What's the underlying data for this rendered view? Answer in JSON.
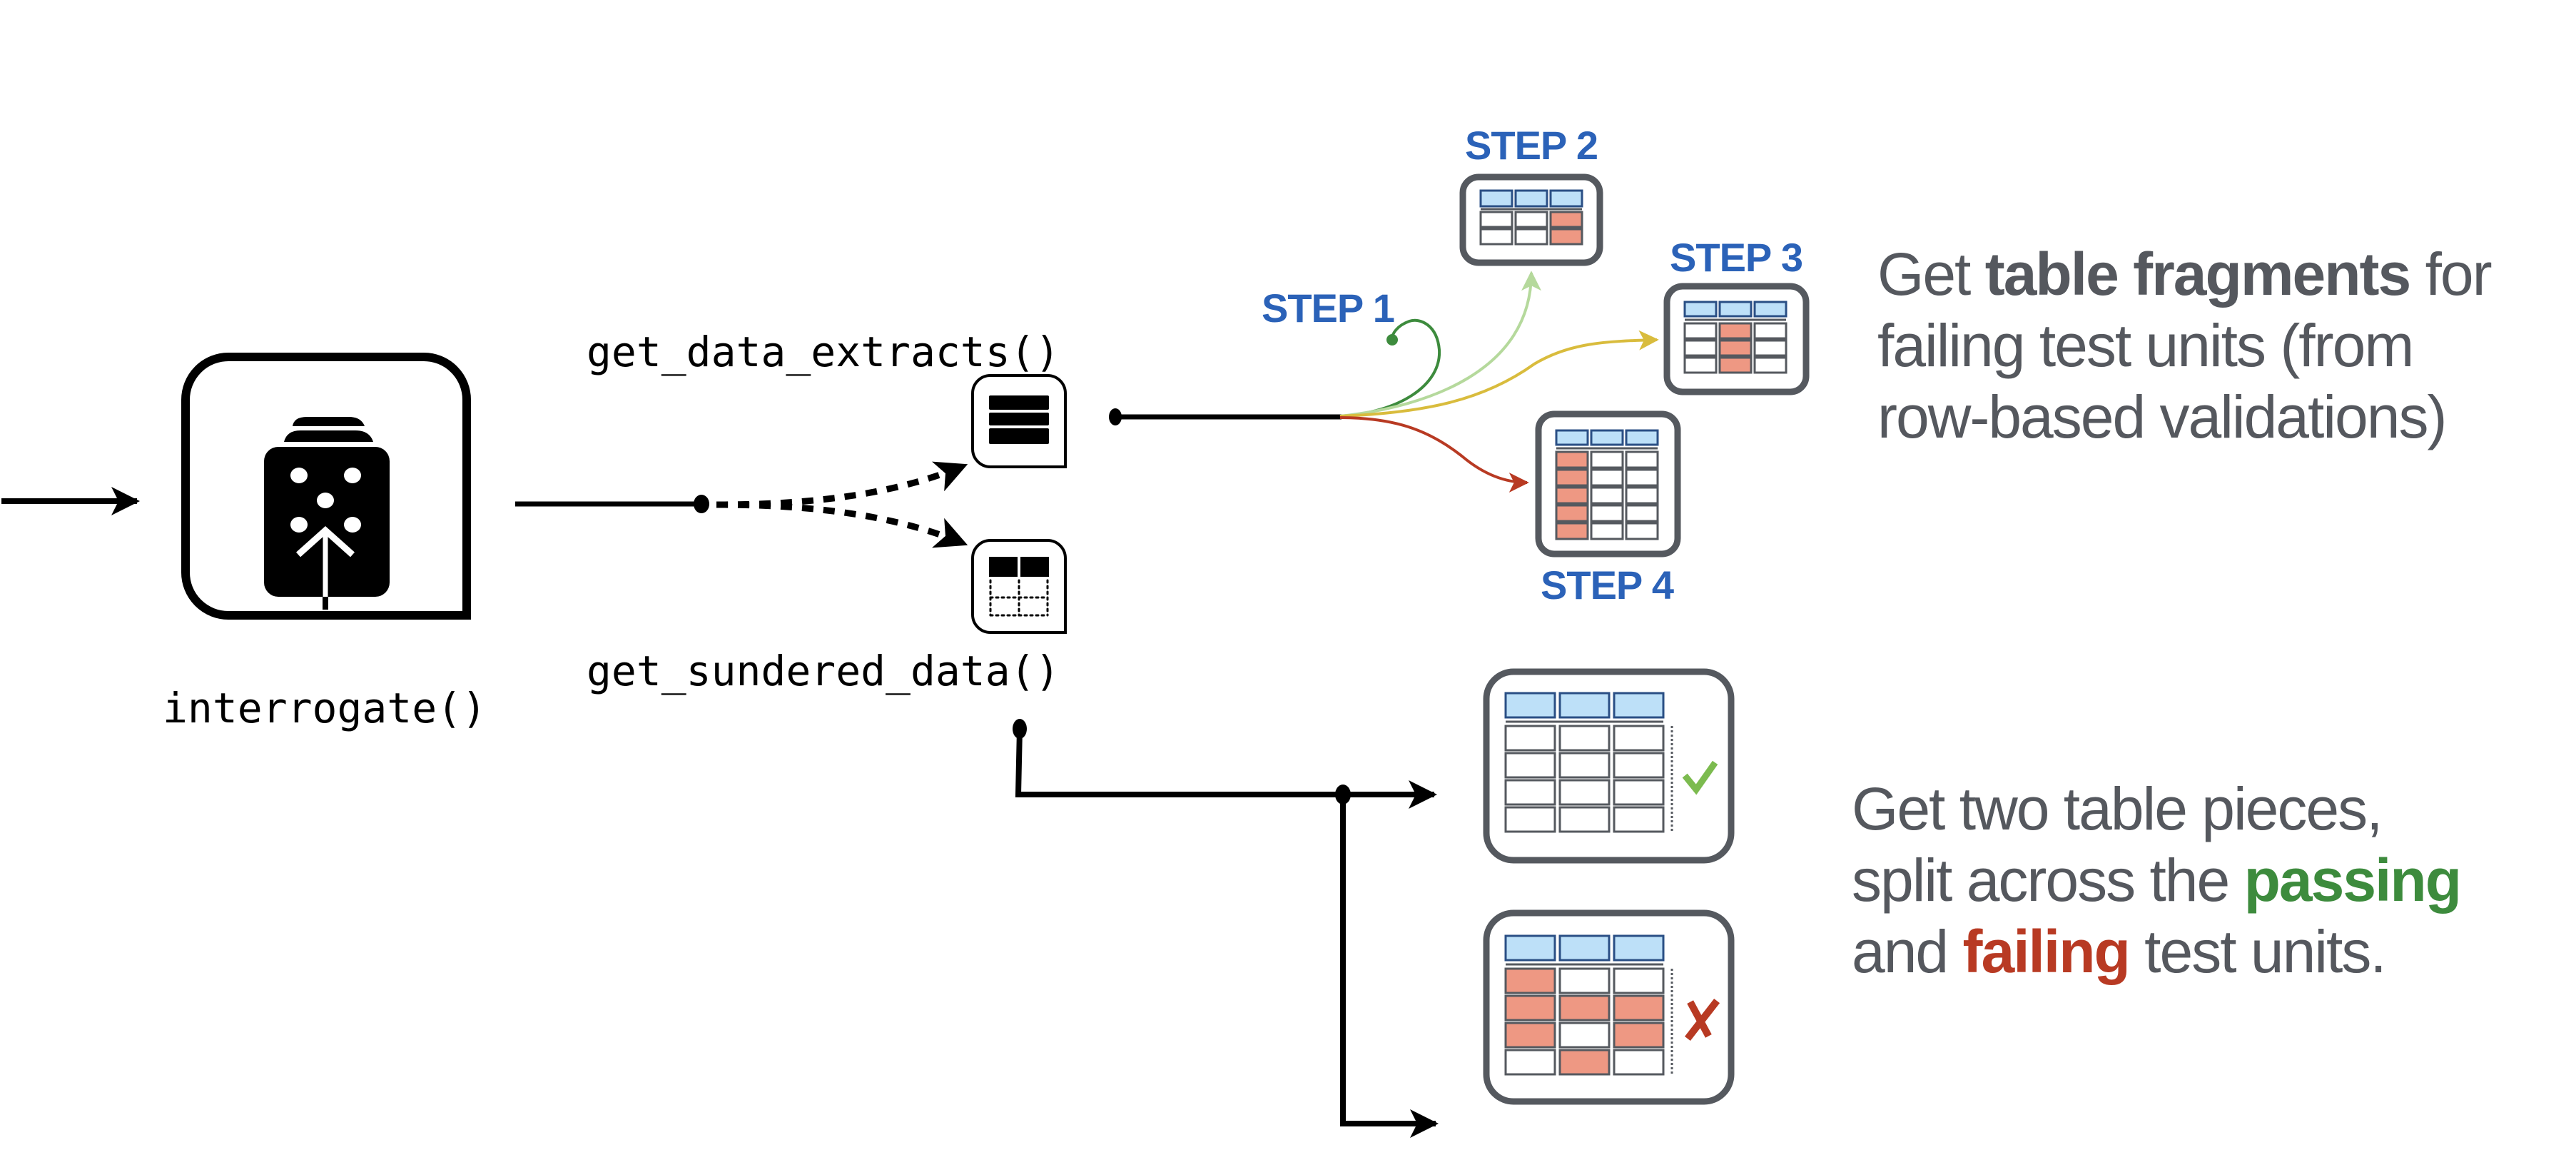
{
  "functions": {
    "interrogate": "interrogate()",
    "get_data_extracts": "get_data_extracts()",
    "get_sundered_data": "get_sundered_data()"
  },
  "steps": [
    {
      "label": "STEP 1",
      "curve_color": "#3d8b3d",
      "table": null
    },
    {
      "label": "STEP 2",
      "curve_color": "#b5d99c",
      "table": [
        [
          "pass",
          "pass",
          "fail"
        ],
        [
          "pass",
          "pass",
          "fail"
        ]
      ]
    },
    {
      "label": "STEP 3",
      "curve_color": "#d9bc3d",
      "table": [
        [
          "pass",
          "fail",
          "pass"
        ],
        [
          "pass",
          "fail",
          "pass"
        ],
        [
          "pass",
          "fail",
          "pass"
        ]
      ]
    },
    {
      "label": "STEP 4",
      "curve_color": "#b83a23",
      "table": [
        [
          "fail",
          "pass",
          "pass"
        ],
        [
          "fail",
          "pass",
          "pass"
        ],
        [
          "fail",
          "pass",
          "pass"
        ],
        [
          "fail",
          "pass",
          "pass"
        ],
        [
          "fail",
          "pass",
          "pass"
        ]
      ]
    }
  ],
  "sundered": {
    "pass_table": [
      [
        "pass",
        "pass",
        "pass"
      ],
      [
        "pass",
        "pass",
        "pass"
      ],
      [
        "pass",
        "pass",
        "pass"
      ],
      [
        "pass",
        "pass",
        "pass"
      ]
    ],
    "fail_table": [
      [
        "fail",
        "pass",
        "pass"
      ],
      [
        "fail",
        "fail",
        "fail"
      ],
      [
        "fail",
        "pass",
        "fail"
      ],
      [
        "pass",
        "fail",
        "pass"
      ]
    ],
    "pass_icon": "check-icon",
    "fail_icon": "cross-icon"
  },
  "descriptions": {
    "extracts": {
      "line1": {
        "pre": "Get ",
        "bold": "table fragments",
        "post": " for"
      },
      "line2": "failing test units (from",
      "line3": "row-based validations)"
    },
    "sundered": {
      "line1": "Get two table pieces,",
      "line2": {
        "pre": "split across the ",
        "highlight": "passing"
      },
      "line3": {
        "pre": "and ",
        "highlight": "failing",
        "post": " test units."
      }
    }
  },
  "icons": {
    "interrogate": "interrogate-agent-icon",
    "extracts": "data-extracts-icon",
    "sundered": "sundered-data-icon"
  },
  "colors": {
    "step_label": "#2b62b8",
    "text": "#55585e",
    "passing": "#3d8b3d",
    "failing": "#b83a23",
    "header_fill": "#bde0f8",
    "header_stroke": "#2a4f85",
    "fail_cell": "#ee9883",
    "frame": "#55595f",
    "check": "#7cbb4f"
  }
}
